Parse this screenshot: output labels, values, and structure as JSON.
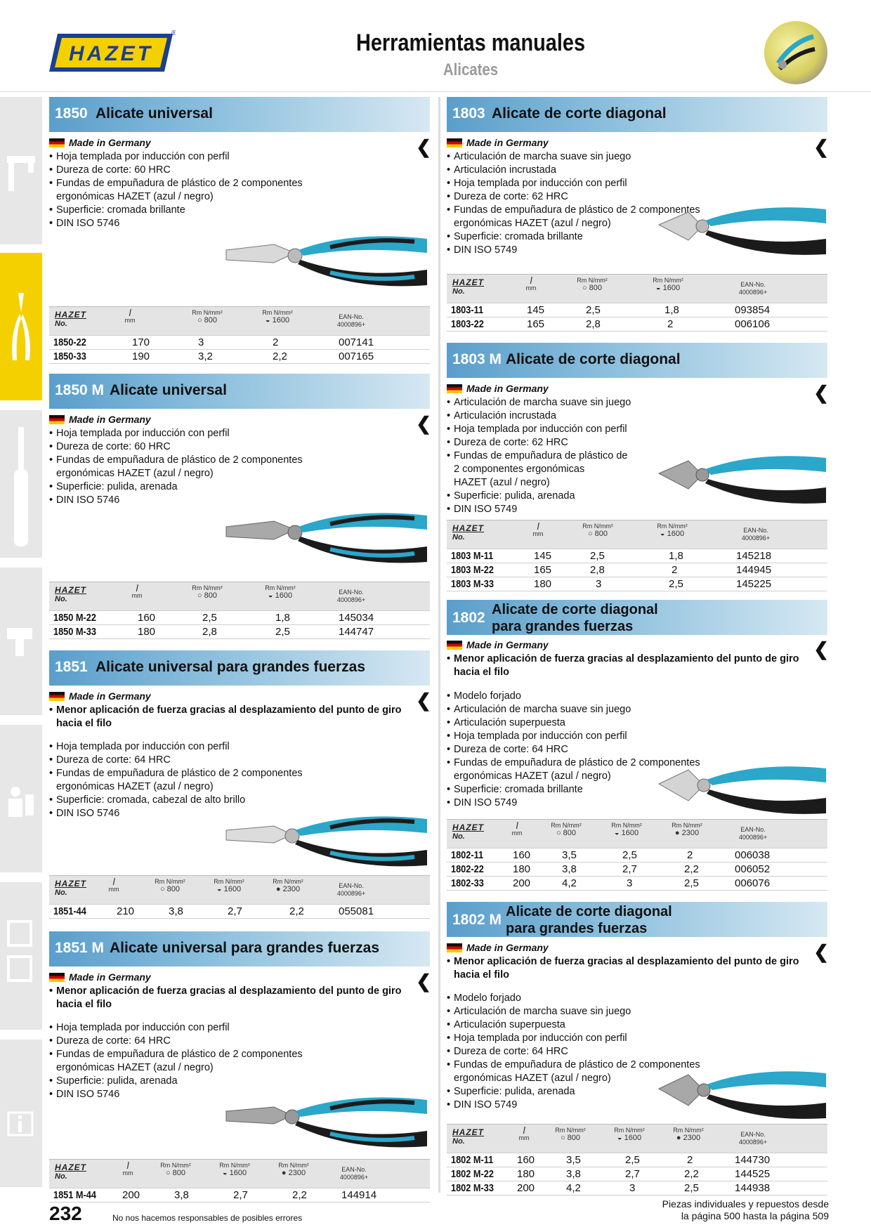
{
  "header": {
    "brand": "HAZET",
    "title": "Herramientas manuales",
    "subtitle": "Alicates"
  },
  "colors": {
    "accent": "#5a9ecb",
    "tab_active": "#f5d000",
    "tab": "#e7e7e7",
    "plier_blue": "#2aa7c9"
  },
  "common": {
    "made_in": "Made in Germany",
    "tbl_no": "No.",
    "tbl_l": "l",
    "tbl_mm": "mm",
    "tbl_rm": "Rm N/mm²",
    "tbl_800": "○ 800",
    "tbl_1600": "◒ 1600",
    "tbl_2300": "● 2300",
    "tbl_ean": "EAN-No.",
    "tbl_ean2": "4000896+"
  },
  "sections": {
    "s1850": {
      "num": "1850",
      "name": "Alicate universal",
      "features": [
        "Hoja templada por inducción con perfil",
        "Dureza de corte: 60 HRC",
        "Fundas de empuñadura de plástico de 2 componentes",
        "ergonómicas HAZET (azul / negro)",
        "Superficie: cromada brillante",
        "DIN ISO 5746"
      ],
      "rows": [
        [
          "1850-22",
          "170",
          "3",
          "2",
          "007141"
        ],
        [
          "1850-33",
          "190",
          "3,2",
          "2,2",
          "007165"
        ]
      ]
    },
    "s1850m": {
      "num": "1850 M",
      "name": "Alicate universal",
      "features": [
        "Hoja templada por inducción con perfil",
        "Dureza de corte: 60 HRC",
        "Fundas de empuñadura de plástico de 2 componentes",
        "ergonómicas HAZET (azul / negro)",
        "Superficie: pulida, arenada",
        "DIN ISO 5746"
      ],
      "rows": [
        [
          "1850 M-22",
          "160",
          "2,5",
          "1,8",
          "145034"
        ],
        [
          "1850 M-33",
          "180",
          "2,8",
          "2,5",
          "144747"
        ]
      ]
    },
    "s1851": {
      "num": "1851",
      "name": "Alicate universal para grandes fuerzas",
      "bold": "Menor aplicación de fuerza gracias al desplazamiento del punto de giro",
      "bold2": "hacia el filo",
      "features": [
        "Hoja templada por inducción con perfil",
        "Dureza de corte: 64 HRC",
        "Fundas de empuñadura de plástico de 2 componentes",
        "ergonómicas HAZET (azul / negro)",
        "Superficie: cromada, cabezal de alto brillo",
        "DIN ISO 5746"
      ],
      "rows": [
        [
          "1851-44",
          "210",
          "3,8",
          "2,7",
          "2,2",
          "055081"
        ]
      ]
    },
    "s1851m": {
      "num": "1851 M",
      "name": "Alicate universal para grandes fuerzas",
      "bold": "Menor aplicación de fuerza gracias al desplazamiento del punto de giro",
      "bold2": "hacia el filo",
      "features": [
        "Hoja templada por inducción con perfil",
        "Dureza de corte: 64 HRC",
        "Fundas de empuñadura de plástico de 2 componentes",
        "ergonómicas HAZET (azul / negro)",
        "Superficie: pulida, arenada",
        "DIN ISO 5746"
      ],
      "rows": [
        [
          "1851 M-44",
          "200",
          "3,8",
          "2,7",
          "2,2",
          "144914"
        ]
      ]
    },
    "s1803": {
      "num": "1803",
      "name": "Alicate de corte diagonal",
      "features": [
        "Articulación de marcha suave sin juego",
        "Articulación incrustada",
        "Hoja templada por inducción con perfil",
        "Dureza de corte: 62 HRC",
        "Fundas de empuñadura de plástico de 2 componentes",
        "ergonómicas HAZET (azul / negro)",
        "Superficie: cromada brillante",
        "DIN ISO 5749"
      ],
      "rows": [
        [
          "1803-11",
          "145",
          "2,5",
          "1,8",
          "093854"
        ],
        [
          "1803-22",
          "165",
          "2,8",
          "2",
          "006106"
        ]
      ]
    },
    "s1803m": {
      "num": "1803 M",
      "name": "Alicate de corte diagonal",
      "features": [
        "Articulación de marcha suave sin juego",
        "Articulación incrustada",
        "Hoja templada por inducción con perfil",
        "Dureza de corte: 62 HRC",
        "Fundas de empuñadura de plástico de",
        "2 componentes ergonómicas",
        "HAZET (azul / negro)",
        "Superficie: pulida, arenada",
        "DIN ISO 5749"
      ],
      "rows": [
        [
          "1803 M-11",
          "145",
          "2,5",
          "1,8",
          "145218"
        ],
        [
          "1803 M-22",
          "165",
          "2,8",
          "2",
          "144945"
        ],
        [
          "1803 M-33",
          "180",
          "3",
          "2,5",
          "145225"
        ]
      ]
    },
    "s1802": {
      "num": "1802",
      "name": "Alicate de corte diagonal",
      "name2": "para grandes fuerzas",
      "bold": "Menor aplicación de fuerza gracias al desplazamiento del punto de giro",
      "bold2": "hacia el filo",
      "features": [
        "Modelo forjado",
        "Articulación de marcha suave sin juego",
        "Articulación superpuesta",
        "Hoja templada por inducción con perfil",
        "Dureza de corte: 64 HRC",
        "Fundas de empuñadura de plástico de 2 componentes",
        "ergonómicas HAZET (azul / negro)",
        "Superficie: cromada brillante",
        "DIN ISO 5749"
      ],
      "rows": [
        [
          "1802-11",
          "160",
          "3,5",
          "2,5",
          "2",
          "006038"
        ],
        [
          "1802-22",
          "180",
          "3,8",
          "2,7",
          "2,2",
          "006052"
        ],
        [
          "1802-33",
          "200",
          "4,2",
          "3",
          "2,5",
          "006076"
        ]
      ]
    },
    "s1802m": {
      "num": "1802 M",
      "name": "Alicate de corte diagonal",
      "name2": "para grandes fuerzas",
      "bold": "Menor aplicación de fuerza gracias al desplazamiento del punto de giro",
      "bold2": "hacia el filo",
      "features": [
        "Modelo forjado",
        "Articulación de marcha suave sin juego",
        "Articulación superpuesta",
        "Hoja templada por inducción con perfil",
        "Dureza de corte: 64 HRC",
        "Fundas de empuñadura de plástico de 2 componentes",
        "ergonómicas HAZET (azul / negro)",
        "Superficie: pulida, arenada",
        "DIN ISO 5749"
      ],
      "rows": [
        [
          "1802 M-11",
          "160",
          "3,5",
          "2,5",
          "2",
          "144730"
        ],
        [
          "1802 M-22",
          "180",
          "3,8",
          "2,7",
          "2,2",
          "144525"
        ],
        [
          "1802 M-33",
          "200",
          "4,2",
          "3",
          "2,5",
          "144938"
        ]
      ]
    }
  },
  "footer": {
    "page": "232",
    "disclaimer": "No nos hacemos responsables de posibles errores",
    "parts1": "Piezas individuales y repuestos desde",
    "parts2": "la página 500 hasta la página 509"
  }
}
